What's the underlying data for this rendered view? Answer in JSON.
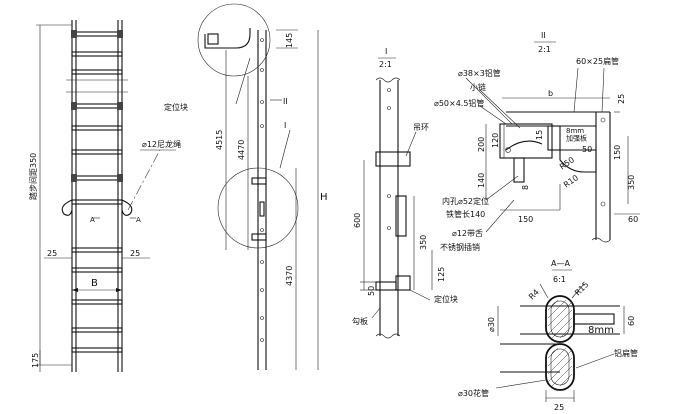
{
  "left_view": {
    "pitch_label": "踏步间距350",
    "rope_label": "⌀12尼龙绳",
    "section_mark_left": "A",
    "section_mark_right": "A",
    "dim_25_left": "25",
    "dim_25_right": "25",
    "dim_B": "B",
    "dim_175": "175"
  },
  "side_view": {
    "label_positioning_block": "定位块",
    "label_II": "II",
    "label_I": "I",
    "dim_145": "145",
    "dim_4515": "4515",
    "dim_4470": "4470",
    "dim_4370": "4370",
    "dim_H": "H"
  },
  "detail_I": {
    "title": "I",
    "scale": "2:1",
    "label_lifting_ring": "吊环",
    "label_positioning_block": "定位块",
    "label_hook_plate": "勾板",
    "dim_600": "600",
    "dim_350": "350",
    "dim_125": "125",
    "dim_50": "50"
  },
  "detail_II": {
    "title": "II",
    "scale": "2:1",
    "label_aluminium_tube": "⌀38×3铝管",
    "label_small_chain": "小链",
    "label_aluminium_tube2": "⌀50×4.5铝管",
    "label_flat_tube": "60×25扁管",
    "label_reinforcement": "8mm\n加强板",
    "label_inner_hole": "内孔⌀52定位",
    "label_steel_tube": "铁管长140",
    "label_pin1": "⌀12带舌",
    "label_pin2": "不锈钢插销",
    "dim_b": "b",
    "dim_25": "25",
    "dim_200": "200",
    "dim_120": "120",
    "dim_15": "15",
    "dim_140": "140",
    "dim_8": "8",
    "dim_150a": "150",
    "dim_150b": "150",
    "dim_350": "350",
    "dim_60": "60",
    "dim_50": "50",
    "label_R50": "R50",
    "label_R10": "R10"
  },
  "section_AA": {
    "title": "A—A",
    "scale": "6:1",
    "label_R4": "R4",
    "label_R15": "R15",
    "label_d30": "⌀30",
    "label_8mm": "8mm",
    "dim_60": "60",
    "label_flat_al_tube": "铝扁管",
    "label_pattern_tube": "⌀30花管",
    "dim_25": "25"
  }
}
